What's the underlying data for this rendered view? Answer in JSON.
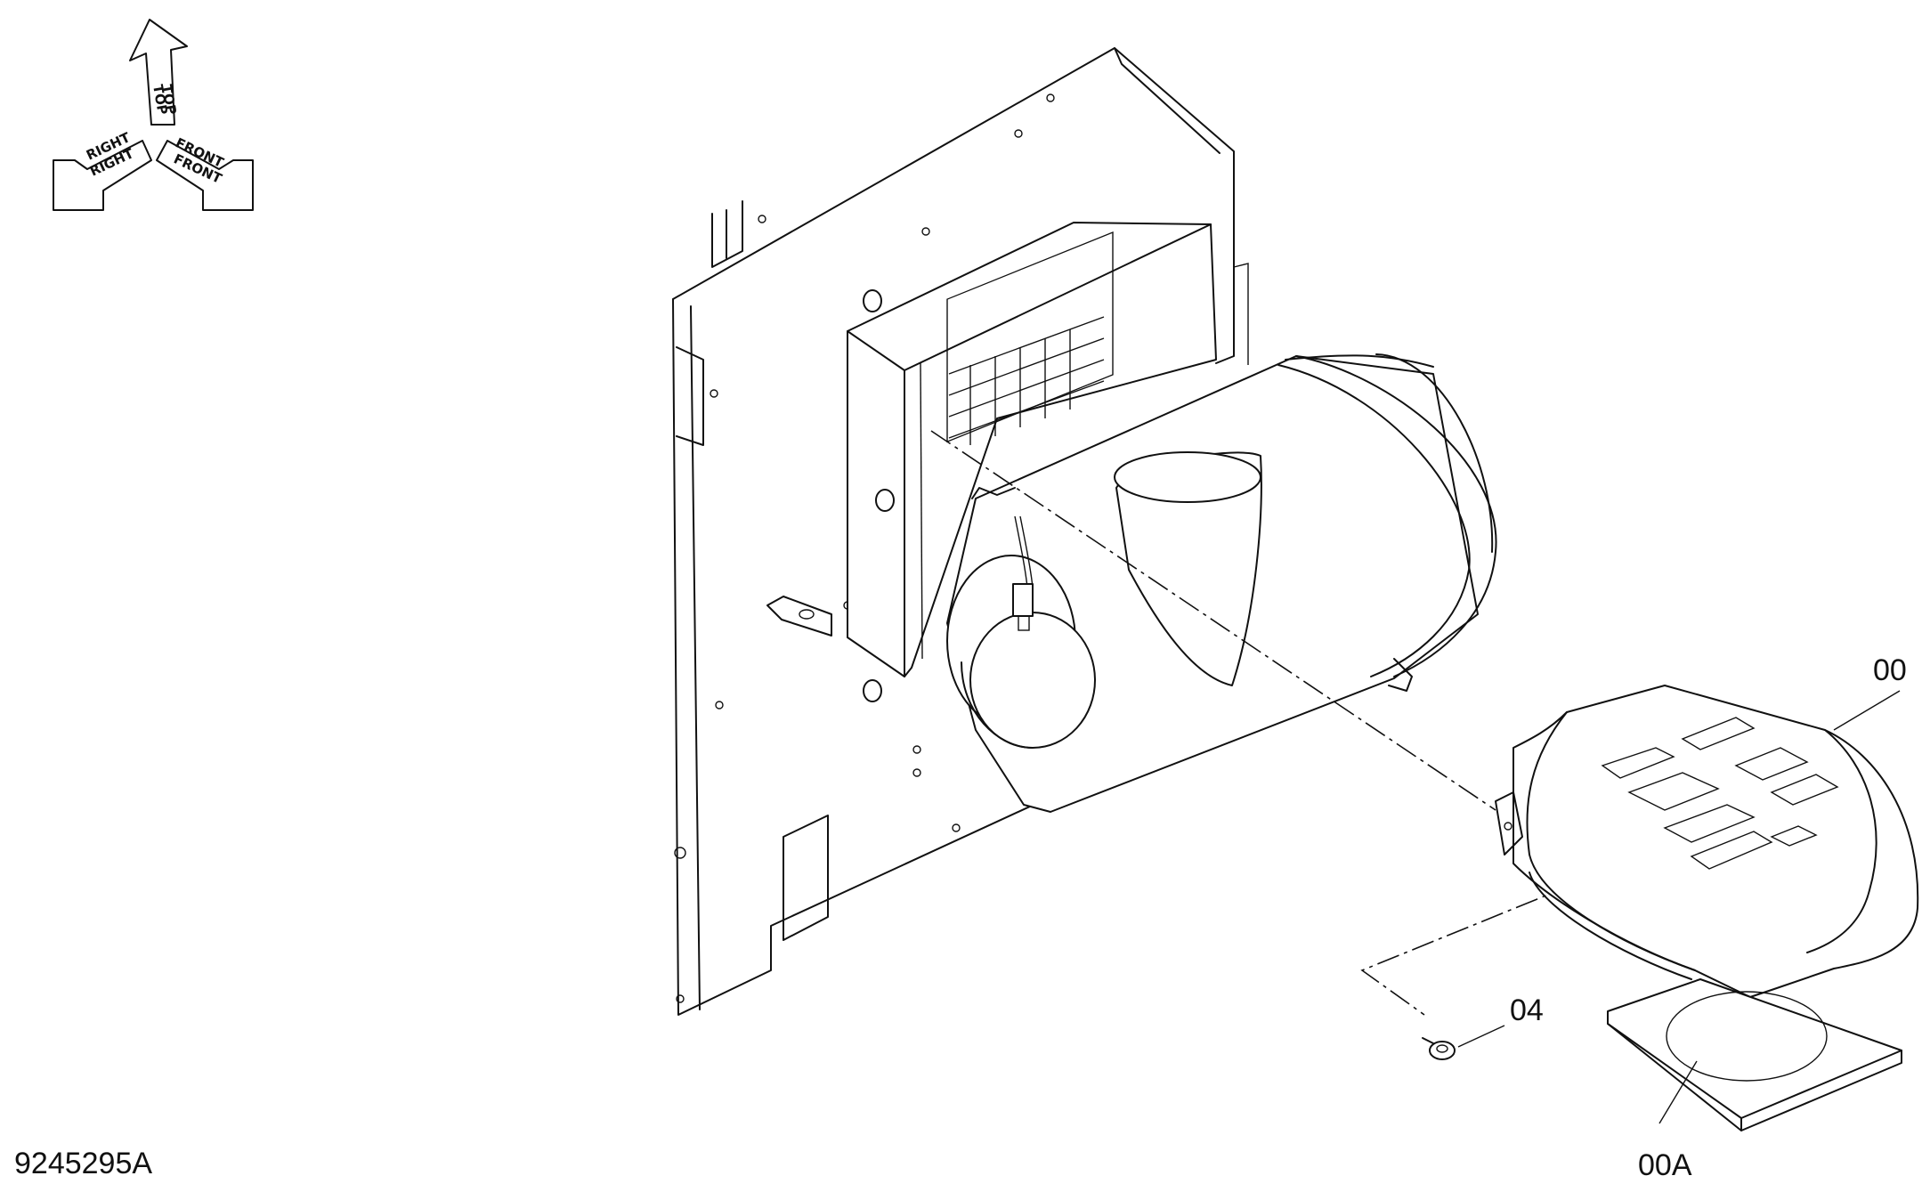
{
  "orientation": {
    "top": "TOP",
    "right": "RIGHT",
    "front": "FRONT"
  },
  "callouts": {
    "c00": "00",
    "c00a": "00A",
    "c04": "04"
  },
  "drawing_number": "9245295A"
}
